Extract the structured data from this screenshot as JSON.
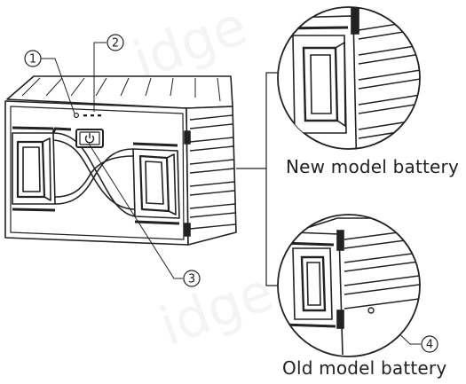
{
  "labels": {
    "new_model": "New model battery",
    "old_model": "Old model battery"
  },
  "callouts": [
    "1",
    "2",
    "3",
    "4"
  ],
  "colors": {
    "line": "#222222",
    "background": "#ffffff"
  },
  "icons": {
    "power": "power-icon"
  }
}
